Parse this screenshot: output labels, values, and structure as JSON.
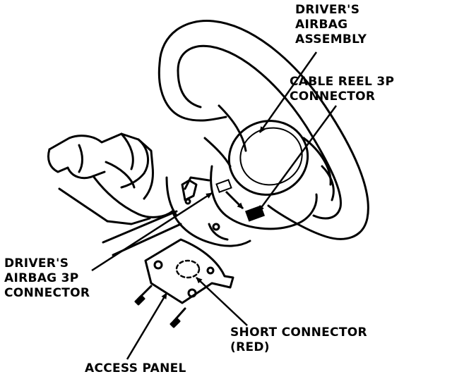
{
  "labels": {
    "airbag_assembly": [
      "DRIVER'S",
      "AIRBAG",
      "ASSEMBLY"
    ],
    "cable_reel_connector": [
      "CABLE REEL 3P",
      "CONNECTOR"
    ],
    "driver_airbag_3p_connector": [
      "DRIVER'S",
      "AIRBAG 3P",
      "CONNECTOR"
    ],
    "short_connector": [
      "SHORT CONNECTOR",
      "(RED)"
    ],
    "access_panel": [
      "ACCESS PANEL"
    ]
  },
  "colors": {
    "ink": "#000000",
    "paper": "#ffffff"
  }
}
